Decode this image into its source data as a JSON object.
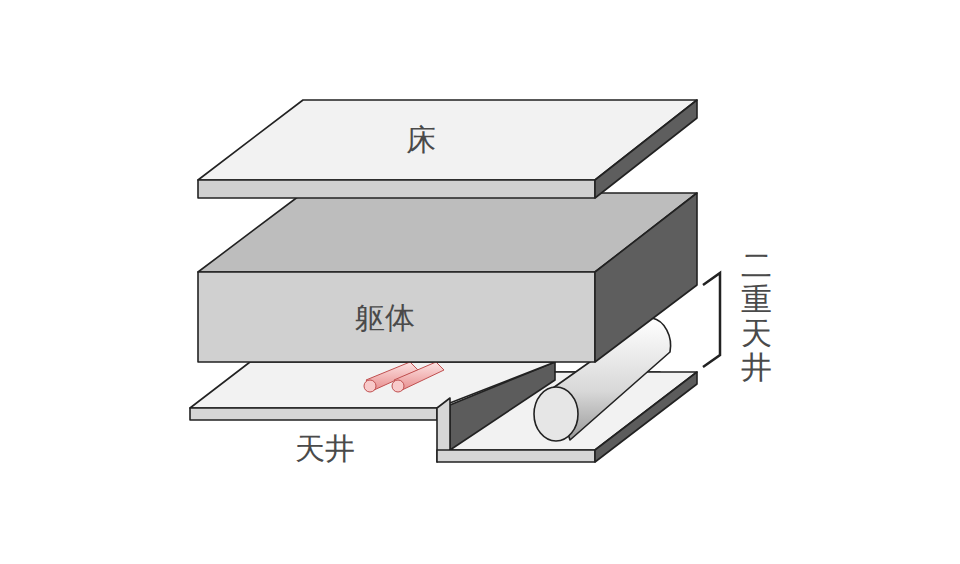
{
  "diagram": {
    "nodes": [
      {
        "text": [
          "床"
        ]
      },
      {
        "text": [
          "躯体"
        ]
      }
    ],
    "labels": [
      "天井",
      "二重天井"
    ]
  }
}
